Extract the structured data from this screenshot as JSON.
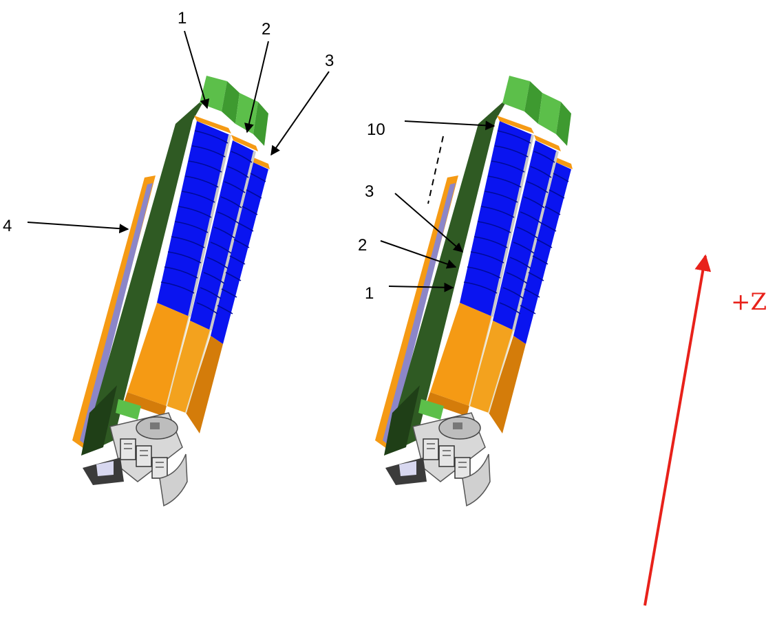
{
  "left_model": {
    "callouts": [
      "1",
      "2",
      "3",
      "4"
    ]
  },
  "right_model": {
    "callouts": [
      "10",
      "3",
      "2",
      "1"
    ]
  },
  "axis": {
    "label": "+Z",
    "color": "#e8211a"
  },
  "colors": {
    "sensor_blue": "#0a14f0",
    "sensor_blue_dark": "#000a9a",
    "frame_orange": "#f59a14",
    "frame_orange_dark": "#d47c0a",
    "housing_green": "#2f5a23",
    "housing_green_light": "#5cbf4a",
    "side_plate_lavender": "#8c86c8",
    "base_grey": "#c8c8c8"
  }
}
